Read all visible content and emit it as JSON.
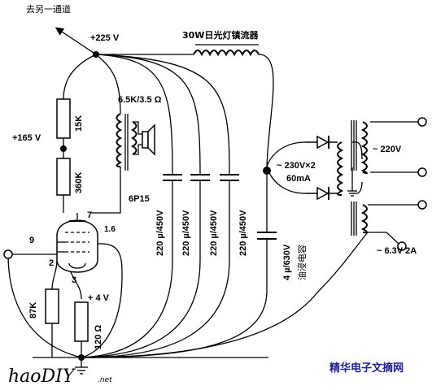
{
  "labels": {
    "to_other_channel": "去另一通道",
    "b_plus_225": "+225 V",
    "ballast": "30W日光灯镇流器",
    "output_transformer": "6.5K/3.5 Ω",
    "b_plus_165": "+165 V",
    "r_15k": "15K",
    "r_360k": "360K",
    "pin7": "7",
    "tube": "6P15",
    "pin1_6": "1.6",
    "pin9": "9",
    "pin2": "2",
    "pin3": "3",
    "r_87k": "87K",
    "cathode_v": "+ 4 V",
    "r_120": "120 Ω",
    "cap1": "220 µ/450V",
    "cap2": "220 µ/450V",
    "cap3": "220 µ/450V",
    "cap4": "220 µ/450V",
    "oil_cap": "4 µ/630V",
    "oil_cap_desc": "油浸电容",
    "hv_winding": "~ 230V×2",
    "hv_current": "60mA",
    "mains": "~ 220V",
    "heater": "~ 6.3V 2A",
    "watermark_site": "精华电子文摘网",
    "logo": "haoDIY",
    "logo_net": ".net"
  },
  "icons": {
    "speaker": "speaker-icon",
    "logo": "haodiy-logo"
  }
}
